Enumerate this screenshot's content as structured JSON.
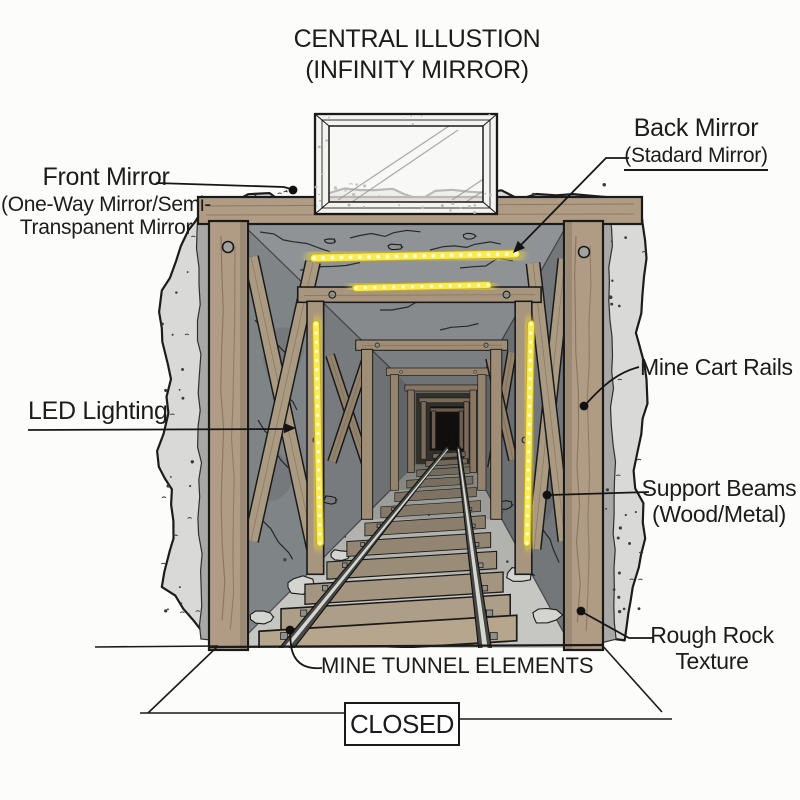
{
  "title": {
    "line1": "CENTRAL ILLUSTION",
    "line2": "(INFINITY MIRROR)"
  },
  "labels": {
    "front_mirror": {
      "line1": "Front Mirror",
      "line2": "(One-Way Mirror/Semi-",
      "line3": "Transpanent Mirror"
    },
    "back_mirror": {
      "line1": "Back Mirror",
      "line2": "(Stadard Mirror)"
    },
    "led_lighting": {
      "text": "LED Lighting"
    },
    "mine_cart_rails": {
      "text": "Mine Cart Rails"
    },
    "support_beams": {
      "line1": "Support Beams",
      "line2": "(Wood/Metal)"
    },
    "rough_rock_texture": {
      "line1": "Rough Rock",
      "line2": "Texture"
    },
    "mine_tunnel_elements": {
      "text": "MINE TUNNEL ELEMENTS"
    },
    "closed_sign": {
      "text": "CLOSED"
    }
  },
  "colors": {
    "ink": "#1b1b1b",
    "background": "#fcfcfa",
    "led_yellow": "#f3e23c",
    "led_core": "#f7ec55",
    "wood_tan": "#b09c84",
    "rock_light": "#d9d9d7",
    "rock_medium": "#a8a8a6",
    "wall_gray": "#82868a",
    "tunnel_dark": "#100f0d"
  }
}
